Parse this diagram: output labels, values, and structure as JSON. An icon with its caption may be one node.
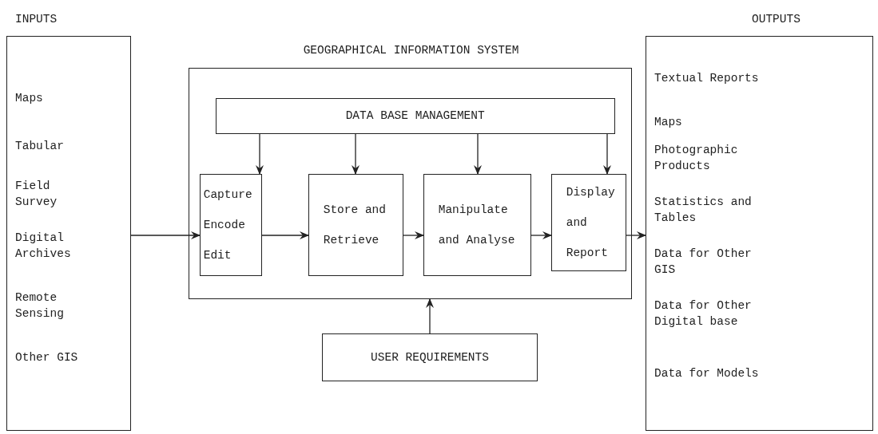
{
  "diagram": {
    "nodes": [
      {
        "text": [
          "INPUTS",
          "Maps",
          "Tabular",
          "Field Survey",
          "Digital Archives",
          "Remote Sensing",
          "Other GIS"
        ]
      },
      {
        "text": [
          "GEOGRAPHICAL INFORMATION SYSTEM"
        ]
      },
      {
        "text": [
          "DATA BASE MANAGEMENT"
        ],
        "in": 1
      },
      {
        "text": [
          "Capture Encode Edit"
        ],
        "in": 1
      },
      {
        "text": [
          "Store and Retrieve"
        ],
        "in": 1
      },
      {
        "text": [
          "Manipulate and Analyse"
        ],
        "in": 1
      },
      {
        "text": [
          "Display and Report"
        ],
        "in": 1
      },
      {
        "text": [
          "USER REQUIREMENTS"
        ]
      },
      {
        "text": [
          "OUTPUTS",
          "Textual Reports",
          "Maps",
          "Photographic Products",
          "Statistics and Tables",
          "Data for Other GIS",
          "Data for Other Digital base",
          "Data for Models"
        ]
      }
    ],
    "edges": [
      {
        "from": 0,
        "to": 3,
        "arrow": "to"
      },
      {
        "from": 2,
        "to": 3,
        "arrow": "to"
      },
      {
        "from": 2,
        "to": 4,
        "arrow": "to"
      },
      {
        "from": 2,
        "to": 5,
        "arrow": "to"
      },
      {
        "from": 2,
        "to": 6,
        "arrow": "to"
      },
      {
        "from": 3,
        "to": 4,
        "arrow": "to"
      },
      {
        "from": 4,
        "to": 5,
        "arrow": "to"
      },
      {
        "from": 5,
        "to": 6,
        "arrow": "to"
      },
      {
        "from": 6,
        "to": 8,
        "arrow": "to"
      },
      {
        "from": 7,
        "to": 1,
        "arrow": "to"
      }
    ]
  }
}
